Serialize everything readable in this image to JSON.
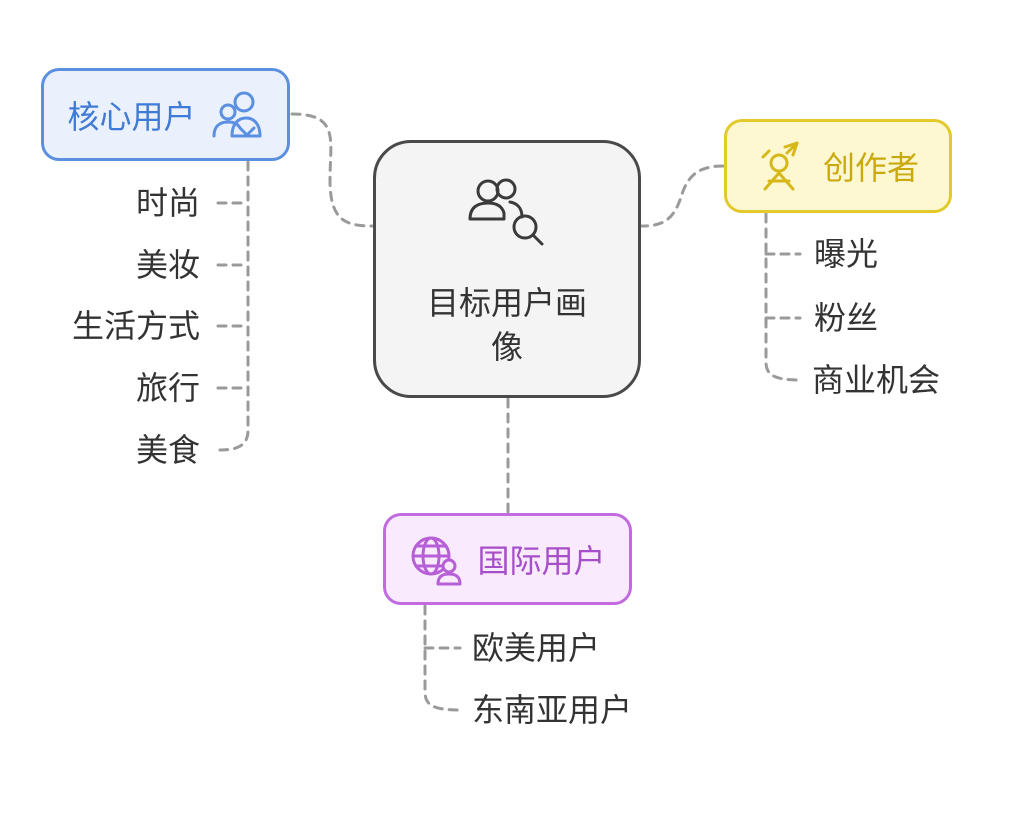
{
  "center": {
    "label": "目标用户画像",
    "icon": "users-search-icon"
  },
  "branches": {
    "core": {
      "label": "核心用户",
      "icon": "user-group-icon",
      "color": "#5b8fe0",
      "items": [
        "时尚",
        "美妆",
        "生活方式",
        "旅行",
        "美食"
      ]
    },
    "creator": {
      "label": "创作者",
      "icon": "creator-icon",
      "color": "#e3c92c",
      "items": [
        "曝光",
        "粉丝",
        "商业机会"
      ]
    },
    "international": {
      "label": "国际用户",
      "icon": "globe-user-icon",
      "color": "#c26be0",
      "items": [
        "欧美用户",
        "东南亚用户"
      ]
    }
  }
}
